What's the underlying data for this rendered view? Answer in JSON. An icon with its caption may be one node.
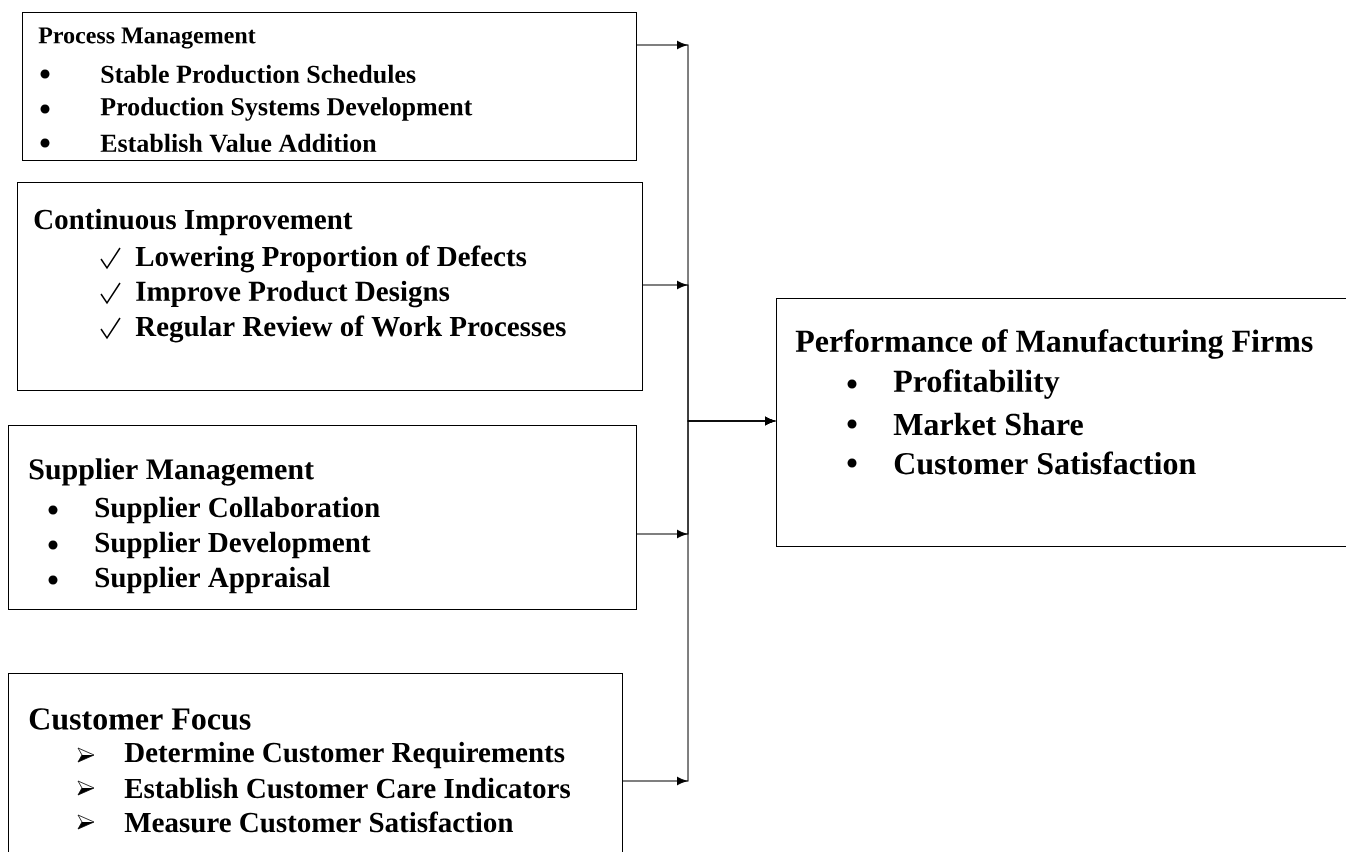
{
  "diagram": {
    "nodes": [
      {
        "text": [
          "Process Management",
          "Stable Production Schedules",
          "Production Systems Development",
          "Establish Value Addition"
        ]
      },
      {
        "text": [
          "Continuous Improvement",
          "Lowering Proportion of Defects",
          "Improve Product Designs",
          "Regular Review of Work Processes"
        ]
      },
      {
        "text": [
          "Supplier Management",
          "Supplier Collaboration",
          "Supplier Development",
          "Supplier Appraisal"
        ]
      },
      {
        "text": [
          "Customer Focus",
          "Determine Customer Requirements",
          "Establish Customer Care Indicators",
          "Measure Customer Satisfaction"
        ]
      },
      {
        "text": [
          "Performance of Manufacturing Firms",
          "Profitability",
          "Market Share",
          "Customer Satisfaction"
        ]
      }
    ],
    "edges": [
      {
        "from": 0,
        "to": 4,
        "arrow": "to"
      },
      {
        "from": 1,
        "to": 4,
        "arrow": "to"
      },
      {
        "from": 2,
        "to": 4,
        "arrow": "to"
      },
      {
        "from": 3,
        "to": 4,
        "arrow": "to"
      }
    ]
  }
}
